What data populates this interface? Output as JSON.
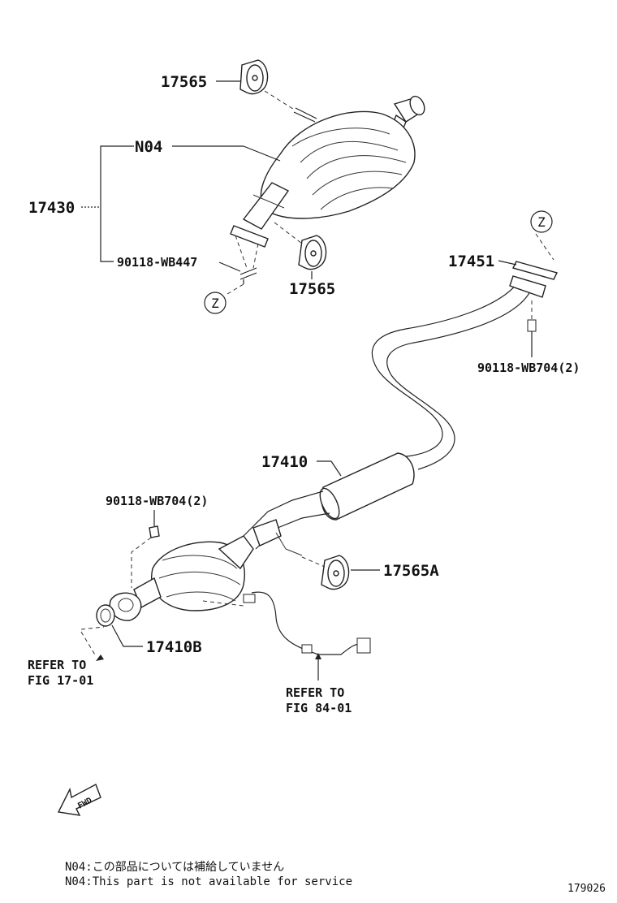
{
  "labels": {
    "p17565_top": "17565",
    "n04": "N04",
    "p17430": "17430",
    "p90118_wb447": "90118-WB447",
    "p17565_bottom": "17565",
    "z_left": "Z",
    "z_right": "Z",
    "p17451": "17451",
    "p90118_wb704_right": "90118-WB704(2)",
    "p17410": "17410",
    "p90118_wb704_left": "90118-WB704(2)",
    "p17565a": "17565A",
    "p17410b": "17410B",
    "refer_left_1": "REFER TO",
    "refer_left_2": "FIG 17-01",
    "refer_right_1": "REFER TO",
    "refer_right_2": "FIG 84-01",
    "fwd": "FWD"
  },
  "notes": {
    "jp": "N04:この部品については補給していません",
    "en": "N04:This part is not available for service"
  },
  "figure_number": "179026"
}
